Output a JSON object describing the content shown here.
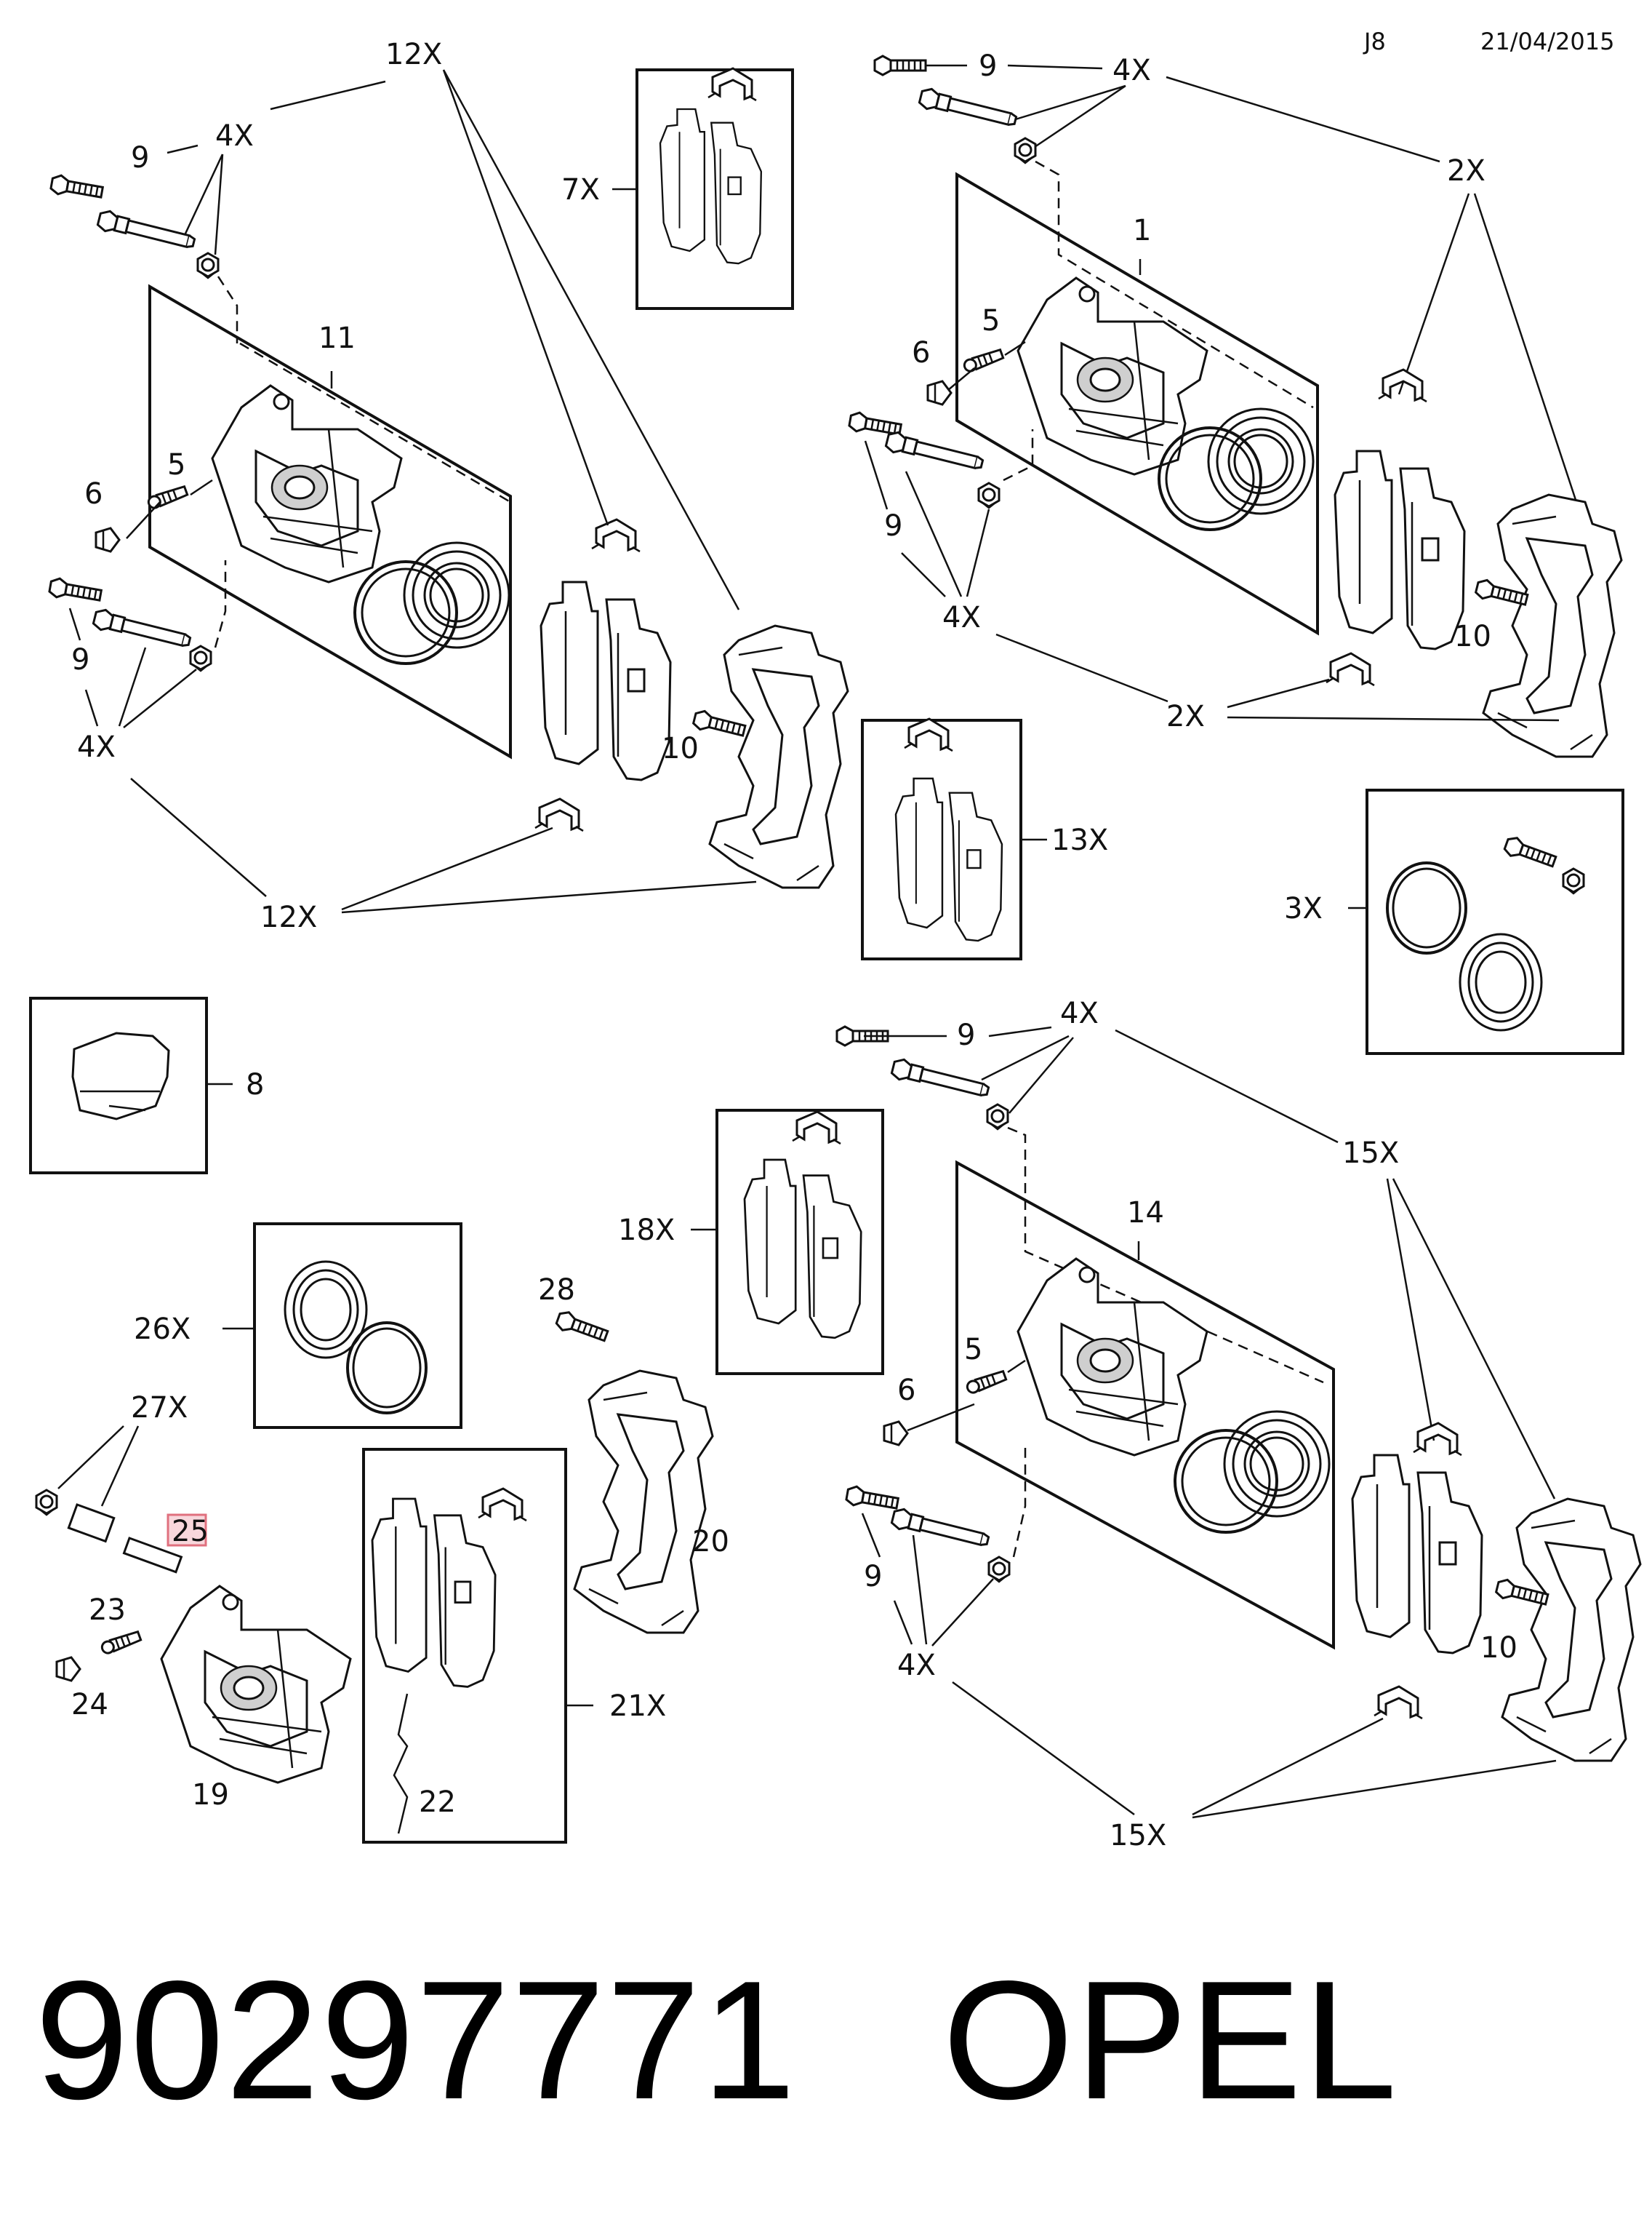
{
  "header": {
    "code": "J8",
    "date": "21/04/2015"
  },
  "callouts": {
    "c12x_top": "12X",
    "c4x_tl": "4X",
    "c9_tl": "9",
    "c7x": "7X",
    "c11": "11",
    "c5_tl": "5",
    "c6_tl": "6",
    "c9_tl2": "9",
    "c4x_tl2": "4X",
    "c10_tl": "10",
    "c12x_bot": "12X",
    "c13x": "13X",
    "c9_tr": "9",
    "c4x_tr": "4X",
    "c2x_tr": "2X",
    "c1": "1",
    "c5_tr": "5",
    "c6_tr": "6",
    "c9_tr2": "9",
    "c4x_tr2": "4X",
    "c10_tr": "10",
    "c2x_tr2": "2X",
    "c3x": "3X",
    "c8": "8",
    "c9_br": "9",
    "c4x_br": "4X",
    "c15x_top": "15X",
    "c18x": "18X",
    "c14": "14",
    "c5_br": "5",
    "c6_br": "6",
    "c9_br2": "9",
    "c4x_br2": "4X",
    "c10_br": "10",
    "c15x_bot": "15X",
    "c26x": "26X",
    "c28": "28",
    "c27x": "27X",
    "c25": "25",
    "c23": "23",
    "c24": "24",
    "c19": "19",
    "c20": "20",
    "c21x": "21X",
    "c22": "22"
  },
  "footer": {
    "part_number": "90297771",
    "brand": "OPEL"
  },
  "colors": {
    "highlight_fill": "#f8d7dc",
    "highlight_stroke": "#e0707e",
    "line": "#111111"
  }
}
